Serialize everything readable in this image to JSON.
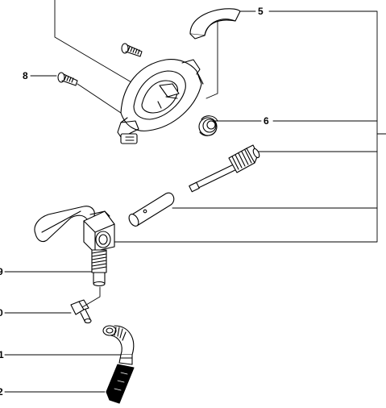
{
  "diagram": {
    "callouts": [
      {
        "id": "c5",
        "text": "5"
      },
      {
        "id": "c6",
        "text": "6"
      },
      {
        "id": "c8",
        "text": "8"
      },
      {
        "id": "c9",
        "text": "9"
      },
      {
        "id": "c10",
        "text": "0"
      },
      {
        "id": "c11",
        "text": "1"
      },
      {
        "id": "c12",
        "text": "2"
      }
    ]
  }
}
